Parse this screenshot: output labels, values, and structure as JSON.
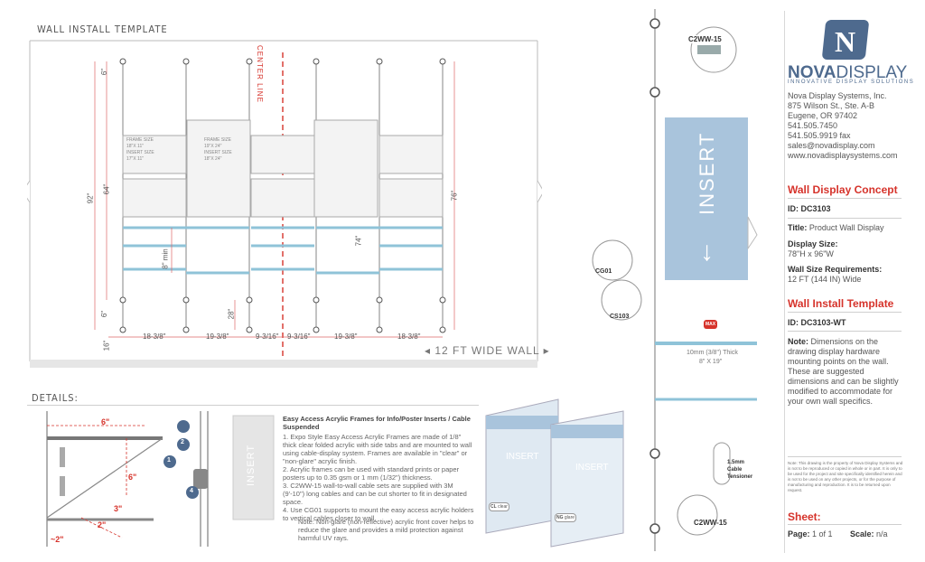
{
  "wall_template": {
    "title": "WALL INSTALL TEMPLATE",
    "center_line": "CENTER LINE",
    "wall_width": "12 FT WIDE WALL",
    "dims_left": [
      "6\"",
      "64\"",
      "92\"",
      "6\"",
      "16\""
    ],
    "dims_other": [
      "76\"",
      "74\"",
      "8\" min",
      "28\""
    ],
    "bottom_dims": [
      "18-3/8\"",
      "19-3/8\"",
      "9-3/16\"",
      "9-3/16\"",
      "19-3/8\"",
      "18-3/8\""
    ],
    "frame_labels": [
      {
        "a": "FRAME SIZE",
        "b": "18\"X 11\"",
        "c": "INSERT SIZE",
        "d": "17\"X 11\""
      },
      {
        "a": "FRAME SIZE",
        "b": "19\"X 24\"",
        "c": "INSERT SIZE",
        "d": "18\"X 24\""
      }
    ]
  },
  "details": {
    "title": "DETAILS:",
    "dims": [
      "6\"",
      "6\"",
      "3\"",
      "2\"",
      "~2\""
    ],
    "callouts": [
      "1",
      "2",
      "3",
      "4"
    ],
    "insert_label": "INSERT",
    "heading": "Easy Access Acrylic Frames for Info/Poster Inserts / Cable Suspended",
    "items": [
      "1. Expo Style Easy Access Acrylic Frames are made of 1/8\" thick clear folded acrylic with side tabs and are mounted to wall using cable-display system. Frames are available in \"clear\" or \"non-glare\" acrylic finish.",
      "2. Acrylic frames can be used with standard prints or paper posters up to 0.35 gsm or 1 mm (1/32\") thickness.",
      "3. C2WW-15 wall-to-wall cable sets are supplied with 3M (9'-10\") long cables and can be cut shorter to fit in designated space.",
      "4. Use CG01 supports to mount the easy access acrylic holders to vertical cables closer to wall."
    ],
    "note": "Note: Non-glare (non-reflective) acrylic front cover helps to reduce the glare and provides a mild protection against harmful UV rays.",
    "frame_inserts": [
      "INSERT",
      "INSERT"
    ],
    "frame_tags": [
      {
        "a": "CL",
        "b": "clear"
      },
      {
        "a": "NG",
        "b": "glare"
      }
    ]
  },
  "hardware": {
    "top_label": "C2WW-15",
    "bottom_label": "C2WW-15",
    "cg01": "CG01",
    "cs103": "CS103",
    "insert": "INSERT",
    "max_tag": "MAX",
    "shelf_a": "10mm (3/8\") Thick",
    "shelf_b": "8\" X 19\"",
    "tensioner_a": "1.5mm",
    "tensioner_b": "Cable",
    "tensioner_c": "Tensioner"
  },
  "company": {
    "logo_bold": "NOVA",
    "logo_light": "DISPLAY",
    "tagline": "INNOVATIVE DISPLAY SOLUTIONS",
    "address": [
      "Nova Display Systems, Inc.",
      "875 Wilson St., Ste. A-B",
      "Eugene, OR 97402",
      "541.505.7450",
      "541.505.9919 fax",
      "sales@novadisplay.com",
      "www.novadisplaysystems.com"
    ]
  },
  "concept": {
    "heading": "Wall Display Concept",
    "id_label": "ID:",
    "id_value": "DC3103",
    "title_label": "Title:",
    "title_value": "Product Wall Display",
    "size_label": "Display Size:",
    "size_value": "78\"H x 96\"W",
    "wall_label": "Wall Size Requirements:",
    "wall_value": "12 FT (144 IN) Wide"
  },
  "install": {
    "heading": "Wall Install Template",
    "id_label": "ID:",
    "id_value": "DC3103-WT",
    "note_label": "Note:",
    "note_text": "Dimensions on the drawing display hardware mounting points on the wall. These are suggested dimensions and can be slightly modified to accommodate for your own wall specifics."
  },
  "legal": "Note: This drawing is the property of Nova Display Systems and is not to be reproduced or copied in whole or in part. It is only to be used for the project and site specifically identified herein and is not to be used on any other projects, or for the purpose of manufacturing and reproduction. It is to be returned upon request.",
  "sheet": {
    "heading": "Sheet:",
    "page_label": "Page:",
    "page_value": "1 of 1",
    "scale_label": "Scale:",
    "scale_value": "n/a"
  },
  "colors": {
    "accent": "#d6332b",
    "brand": "#4e6a8e",
    "glass": "#a9c4dc",
    "shelf": "#8fc3d8"
  }
}
